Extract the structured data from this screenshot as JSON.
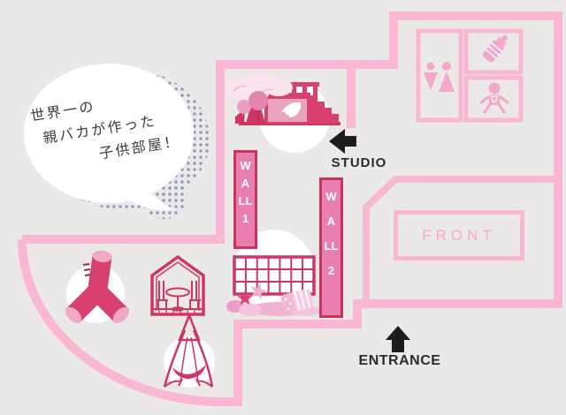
{
  "speech_bubble": {
    "lines": [
      "世界一の",
      "親バカが作った",
      "子供部屋！"
    ]
  },
  "floor_plan": {
    "wall1_label": "WALL1",
    "wall2_label": "WALL2",
    "front_label": "FRONT",
    "studio_label": "STUDIO",
    "entrance_label": "ENTRANCE"
  },
  "icons": {
    "restroom": "male-female-restroom-icon",
    "baby_bottle": "baby-bottle-icon",
    "baby": "baby-icon",
    "studio_arrow": "arrow-left-icon",
    "entrance_arrow": "arrow-up-icon"
  },
  "colors": {
    "background": "#ebe9e7",
    "wall_pink": "#f9b7d4",
    "deep_pink": "#d84070",
    "outline_pink": "#cf3666",
    "bar_fill_pink": "#e87fb0",
    "bar_border_pink": "#c9315f",
    "front_text_pink": "#f7aacd",
    "halftone_blue": "#8e99c5",
    "label_black": "#2b2b2b"
  }
}
